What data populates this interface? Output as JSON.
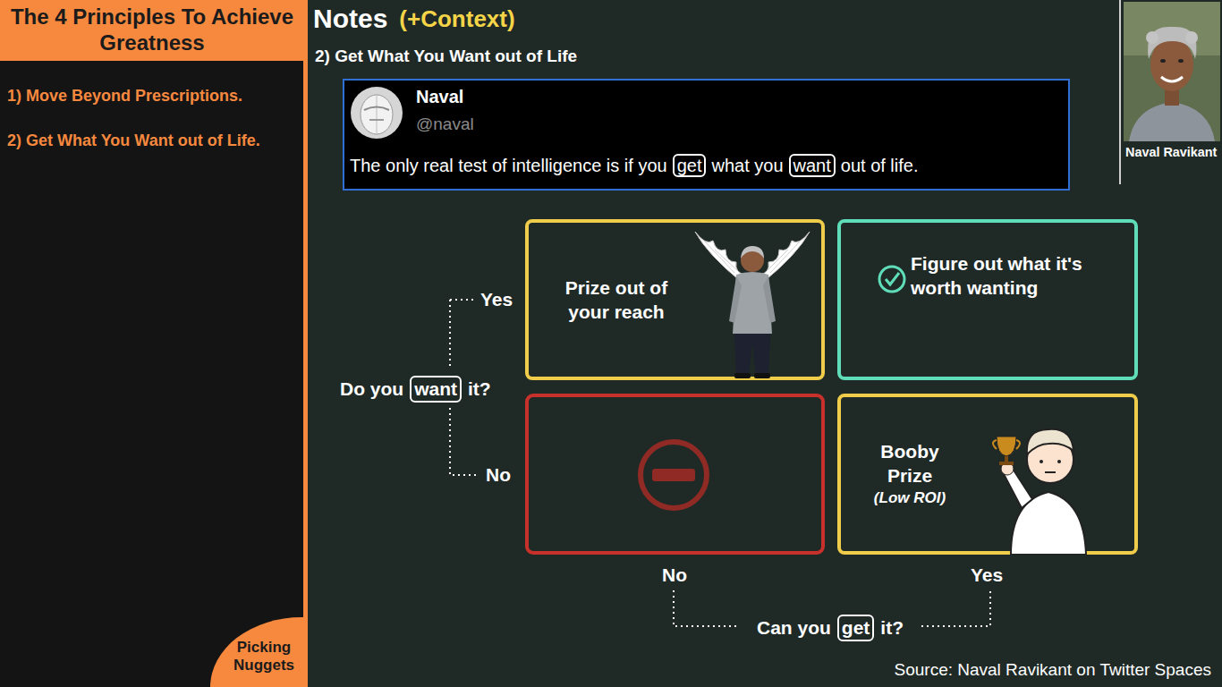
{
  "diagram": {
    "nodes": [
      {
        "text": [
          "The 4 Principles To Achieve Greatness"
        ]
      },
      {
        "text": [
          "Naval",
          "@naval",
          "The only real test of intelligence is if you",
          "get",
          "what you",
          "want",
          "out of life."
        ]
      },
      {
        "text": [
          "Naval Ravikant"
        ]
      },
      {
        "text": [
          "Prize out of your reach"
        ]
      },
      {
        "text": [
          "Figure out what it's worth wanting"
        ]
      },
      {
        "text": [
          "Booby Prize",
          "(Low ROI)"
        ]
      },
      {
        "text": [
          "Picking Nuggets"
        ]
      }
    ],
    "labels": [
      "1) Move Beyond Prescriptions.",
      "2) Get What You Want out of Life.",
      "Notes",
      "(+Context)",
      "2) Get What You Want out of Life",
      "Yes",
      "Do you",
      "want",
      "it?",
      "No",
      "No",
      "Yes",
      "Can you",
      "get",
      "it?",
      "Source: Naval Ravikant on Twitter Spaces"
    ]
  }
}
